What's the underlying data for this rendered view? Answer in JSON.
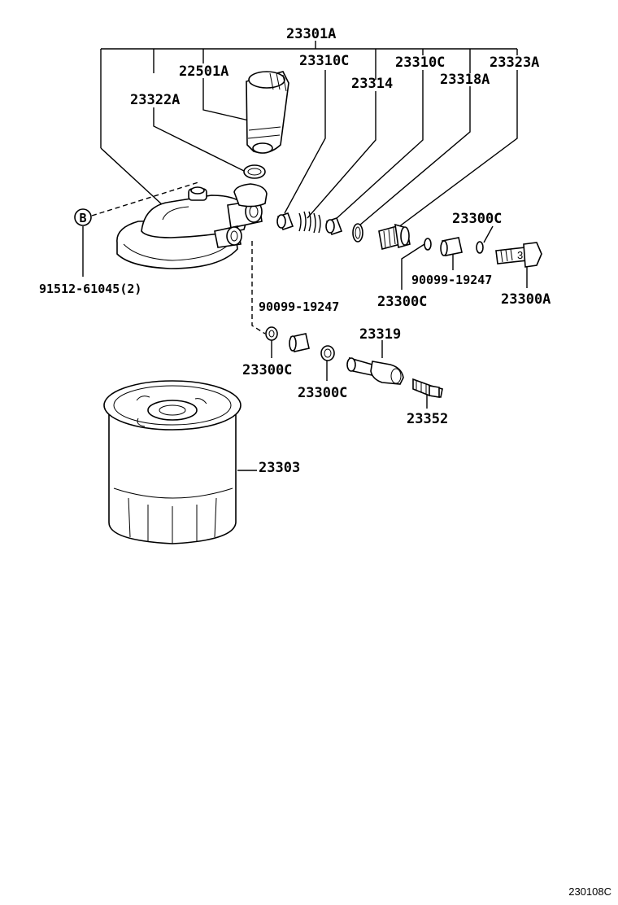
{
  "parts": {
    "p23301A": "23301A",
    "p22501A": "22501A",
    "p23310C_a": "23310C",
    "p23310C_b": "23310C",
    "p23323A": "23323A",
    "p23314": "23314",
    "p23318A": "23318A",
    "p23322A": "23322A",
    "p23300C_1": "23300C",
    "p23300C_2": "23300C",
    "p23300C_3": "23300C",
    "p23300C_4": "23300C",
    "p23300A": "23300A",
    "p90099_1": "90099-19247",
    "p90099_2": "90099-19247",
    "p91512": "91512-61045(2)",
    "p23319": "23319",
    "p23352": "23352",
    "p23303": "23303",
    "ref_b": "B"
  },
  "diagram_code": "230108C"
}
